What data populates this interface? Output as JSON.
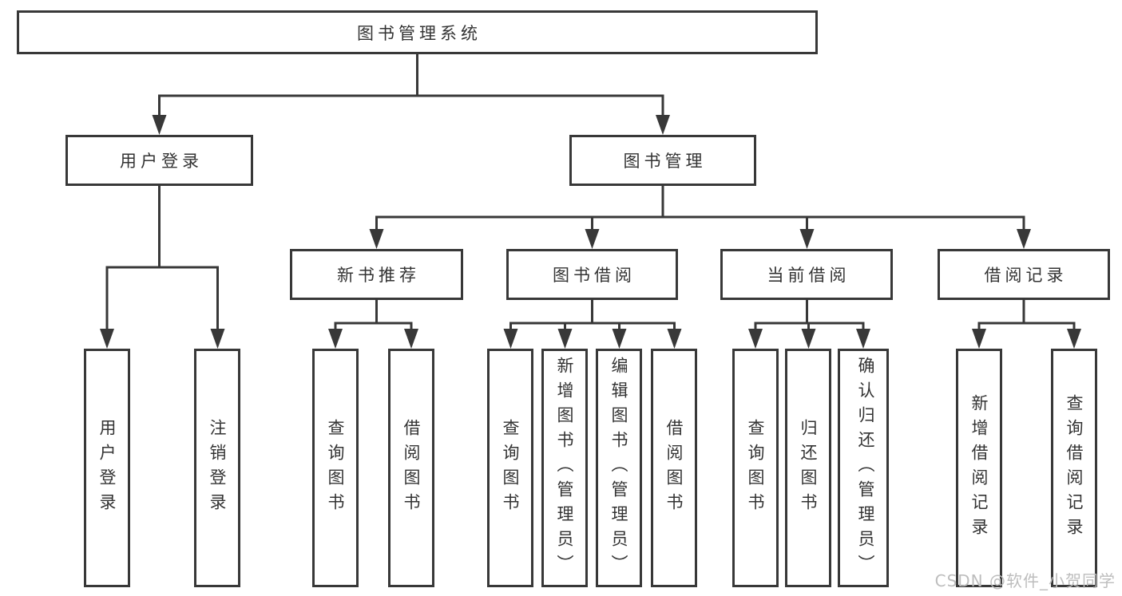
{
  "tree": {
    "label": "图书管理系统",
    "children": [
      {
        "label": "用户登录",
        "children": [
          {
            "label": "用户登录"
          },
          {
            "label": "注销登录"
          }
        ]
      },
      {
        "label": "图书管理",
        "children": [
          {
            "label": "新书推荐",
            "children": [
              {
                "label": "查询图书"
              },
              {
                "label": "借阅图书"
              }
            ]
          },
          {
            "label": "图书借阅",
            "children": [
              {
                "label": "查询图书"
              },
              {
                "label": "新增图书（管理员）"
              },
              {
                "label": "编辑图书（管理员）"
              },
              {
                "label": "借阅图书"
              }
            ]
          },
          {
            "label": "当前借阅",
            "children": [
              {
                "label": "查询图书"
              },
              {
                "label": "归还图书"
              },
              {
                "label": "确认归还（管理员）"
              }
            ]
          },
          {
            "label": "借阅记录",
            "children": [
              {
                "label": "新增借阅记录"
              },
              {
                "label": "查询借阅记录"
              }
            ]
          }
        ]
      }
    ]
  },
  "watermark": "CSDN @软件_小贺同学",
  "colors": {
    "line": "#383838",
    "text": "#333333",
    "watermark": "#bdbdbd",
    "background": "#ffffff",
    "box_background": "#ffffff"
  }
}
